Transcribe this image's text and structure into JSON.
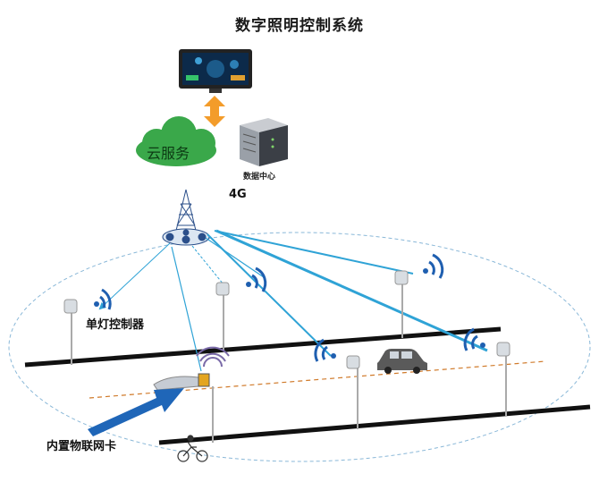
{
  "title": "数字照明控制系统",
  "cloud_label": "云服务",
  "datacenter_label": "数据中心",
  "network_label": "4G",
  "controller_label": "单灯控制器",
  "iot_card_label": "内置物联网卡",
  "colors": {
    "link": "#2fa3d6",
    "arrow_orange": "#f39c2a",
    "cloud_green": "#3aa84a",
    "big_arrow": "#1f66b8",
    "wifi": "#1f5fb0",
    "road": "#111111",
    "dash_orange": "#d07a2a",
    "ellipse": "#8ab8d8"
  }
}
